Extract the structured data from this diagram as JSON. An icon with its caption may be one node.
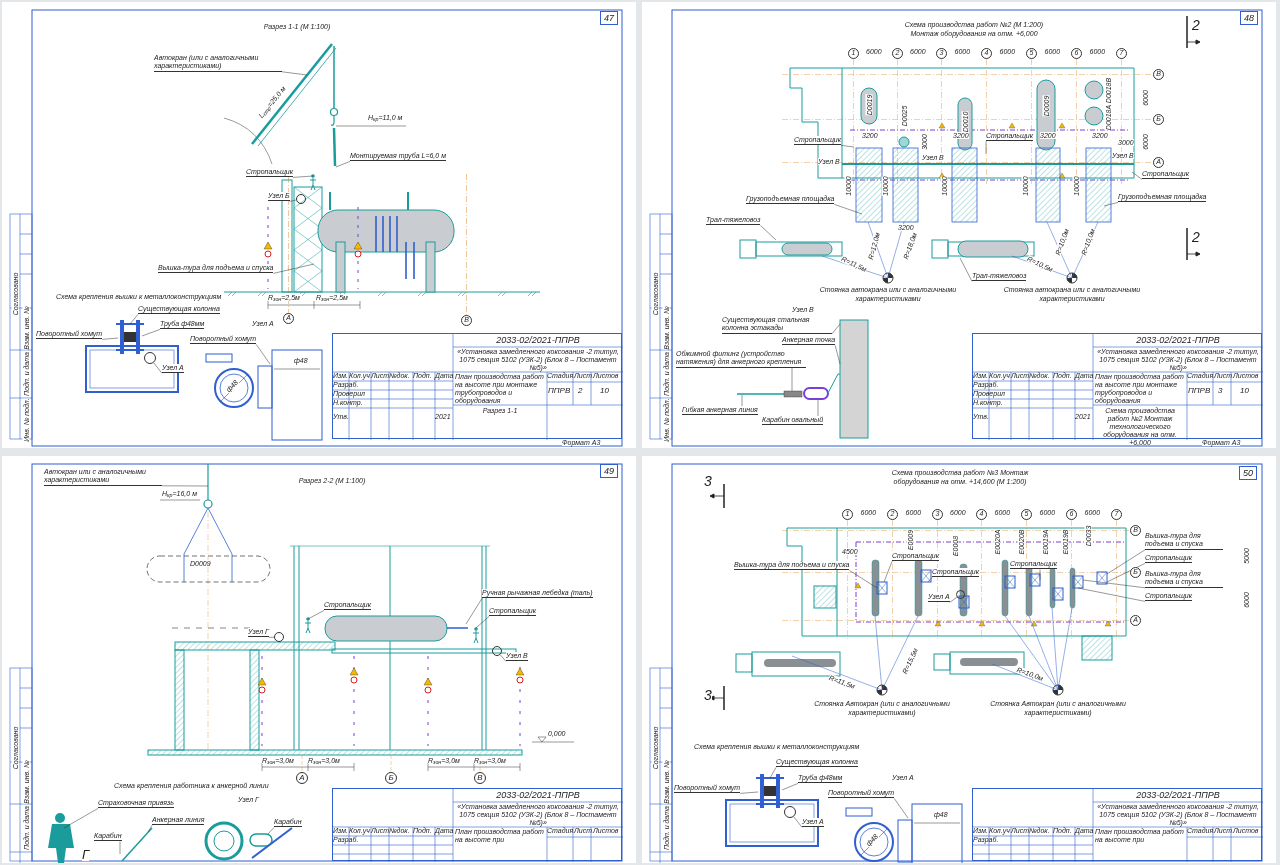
{
  "diagram": {
    "nodes": [
      {
        "text": [
          "Разрез 1-1 (М 1:100)"
        ]
      },
      {
        "text": [
          "47"
        ],
        "in": 0
      },
      {
        "text": [
          "Автокран (или с аналогичными характеристиками)"
        ],
        "in": 0
      },
      {
        "text": [
          "Монтируемая труба L=6,0 м"
        ],
        "in": 0
      },
      {
        "text": [
          "Стропальщик"
        ],
        "in": 0
      },
      {
        "text": [
          "Узел Б"
        ],
        "in": 0
      },
      {
        "text": [
          "Вышка-тура для подъема и спуска"
        ],
        "in": 0
      },
      {
        "text": [
          "Существующая колонна"
        ],
        "in": 0
      },
      {
        "text": [
          "Труба ф48мм"
        ],
        "in": 0
      },
      {
        "text": [
          "Поворотный хомут"
        ],
        "in": 0
      },
      {
        "text": [
          "Поворотный хомут"
        ],
        "in": 0
      },
      {
        "text": [
          "Узел А"
        ],
        "in": 0
      },
      {
        "text": [
          "А"
        ],
        "in": 0
      },
      {
        "text": [
          "В"
        ],
        "in": 0
      },
      {
        "text": [
          "2033-02/2021-ППРВ",
          "«Установка замедленного коксования -2 титул, 1075 секция 5102 (УЗК-2) (Блок 8 – Постамент №5)»",
          "План производства работ на высоте при монтаже трубопроводов и оборудования",
          "Разрез 1-1"
        ],
        "in": 0
      },
      {
        "text": [
          "Схема производства работ №2 (М 1:200) Монтаж оборудования на отм. +6,000"
        ]
      },
      {
        "text": [
          "48"
        ],
        "in": 15
      },
      {
        "text": [
          "1"
        ],
        "in": 15
      },
      {
        "text": [
          "2"
        ],
        "in": 15
      },
      {
        "text": [
          "3"
        ],
        "in": 15
      },
      {
        "text": [
          "4"
        ],
        "in": 15
      },
      {
        "text": [
          "5"
        ],
        "in": 15
      },
      {
        "text": [
          "6"
        ],
        "in": 15
      },
      {
        "text": [
          "7"
        ],
        "in": 15
      },
      {
        "text": [
          "В"
        ],
        "in": 15
      },
      {
        "text": [
          "Б"
        ],
        "in": 15
      },
      {
        "text": [
          "А"
        ],
        "in": 15
      },
      {
        "text": [
          "Стропальщик"
        ],
        "in": 15
      },
      {
        "text": [
          "Стропальщик"
        ],
        "in": 15
      },
      {
        "text": [
          "Стропальщик"
        ],
        "in": 15
      },
      {
        "text": [
          "Грузоподъемная площадка"
        ],
        "in": 15
      },
      {
        "text": [
          "Грузоподъемная площадка"
        ],
        "in": 15
      },
      {
        "text": [
          "Трал-тяжеловоз"
        ],
        "in": 15
      },
      {
        "text": [
          "Трал-тяжеловоз"
        ],
        "in": 15
      },
      {
        "text": [
          "Существующая стальная колонна эстакады"
        ],
        "in": 15
      },
      {
        "text": [
          "Анкерная точка"
        ],
        "in": 15
      },
      {
        "text": [
          "Обжимной фитинг (устройство натяжения) для анкерного крепления"
        ],
        "in": 15
      },
      {
        "text": [
          "Гибкая анкерная линия"
        ],
        "in": 15
      },
      {
        "text": [
          "Карабин овальный"
        ],
        "in": 15
      },
      {
        "text": [
          "2033-02/2021-ППРВ",
          "«Установка замедленного коксования -2 титул, 1075 секция 5102 (УЗК-2) (Блок 8 – Постамент №5)»",
          "План производства работ на высоте при монтаже трубопроводов и оборудования",
          "Схема производства работ №2 Монтаж технологического оборудования на отм. +6,000"
        ],
        "in": 15
      },
      {
        "text": [
          "Разрез 2-2 (М 1:100)"
        ]
      },
      {
        "text": [
          "49"
        ],
        "in": 40
      },
      {
        "text": [
          "Автокран или с аналогичными характеристиками"
        ],
        "in": 40
      },
      {
        "text": [
          "Стропальщик"
        ],
        "in": 40
      },
      {
        "text": [
          "Ручная рычажная лебедка (таль)"
        ],
        "in": 40
      },
      {
        "text": [
          "Стропальщик"
        ],
        "in": 40
      },
      {
        "text": [
          "Узел Г"
        ],
        "in": 40
      },
      {
        "text": [
          "Узел В"
        ],
        "in": 40
      },
      {
        "text": [
          "А"
        ],
        "in": 40
      },
      {
        "text": [
          "Б"
        ],
        "in": 40
      },
      {
        "text": [
          "В"
        ],
        "in": 40
      },
      {
        "text": [
          "Страховочная привязь"
        ],
        "in": 40
      },
      {
        "text": [
          "Анкерная линия"
        ],
        "in": 40
      },
      {
        "text": [
          "Карабин"
        ],
        "in": 40
      },
      {
        "text": [
          "Карабин"
        ],
        "in": 40
      },
      {
        "text": [
          "2033-02/2021-ППРВ",
          "«Установка замедленного коксования -2 титул, 1075 секция 5102 (УЗК-2) (Блок 8 – Постамент №5)»",
          "План производства работ на высоте при"
        ],
        "in": 40
      },
      {
        "text": [
          "Схема производства работ №3 Монтаж оборудования на отм. +14,600 (М 1:200)"
        ]
      },
      {
        "text": [
          "50"
        ],
        "in": 56
      },
      {
        "text": [
          "1"
        ],
        "in": 56
      },
      {
        "text": [
          "2"
        ],
        "in": 56
      },
      {
        "text": [
          "3"
        ],
        "in": 56
      },
      {
        "text": [
          "4"
        ],
        "in": 56
      },
      {
        "text": [
          "5"
        ],
        "in": 56
      },
      {
        "text": [
          "6"
        ],
        "in": 56
      },
      {
        "text": [
          "7"
        ],
        "in": 56
      },
      {
        "text": [
          "В"
        ],
        "in": 56
      },
      {
        "text": [
          "Б"
        ],
        "in": 56
      },
      {
        "text": [
          "А"
        ],
        "in": 56
      },
      {
        "text": [
          "Вышка-тура для подъема и спуска"
        ],
        "in": 56
      },
      {
        "text": [
          "Стропальщик"
        ],
        "in": 56
      },
      {
        "text": [
          "Стропальщик"
        ],
        "in": 56
      },
      {
        "text": [
          "Стропальщик"
        ],
        "in": 56
      },
      {
        "text": [
          "Вышка-тура для подъема и спуска"
        ],
        "in": 56
      },
      {
        "text": [
          "Стропальщик"
        ],
        "in": 56
      },
      {
        "text": [
          "Вышка-тура для подъема и спуска"
        ],
        "in": 56
      },
      {
        "text": [
          "Стропальщик"
        ],
        "in": 56
      },
      {
        "text": [
          "Узел А"
        ],
        "in": 56
      },
      {
        "text": [
          "Существующая колонна"
        ],
        "in": 56
      },
      {
        "text": [
          "Труба ф48мм"
        ],
        "in": 56
      },
      {
        "text": [
          "Поворотный хомут"
        ],
        "in": 56
      },
      {
        "text": [
          "Поворотный хомут"
        ],
        "in": 56
      },
      {
        "text": [
          "Узел А"
        ],
        "in": 56
      },
      {
        "text": [
          "2033-02/2021-ППРВ",
          "«Установка замедленного коксования -2 титул, 1075 секция 5102 (УЗК-2) (Блок 8 – Постамент №5)»",
          "План производства работ на высоте при"
        ],
        "in": 56
      },
      {
        "text": [],
        "shape": "circle",
        "in": 0
      },
      {
        "text": [],
        "shape": "circle",
        "in": 0
      },
      {
        "text": [],
        "shape": "circle",
        "in": 40
      },
      {
        "text": [],
        "shape": "circle",
        "in": 40
      },
      {
        "text": [],
        "shape": "circle",
        "in": 56
      },
      {
        "text": [],
        "shape": "circle",
        "in": 56
      }
    ],
    "edges": [
      {
        "from": 2,
        "to": null,
        "arrow": "none"
      },
      {
        "from": 3,
        "to": null,
        "arrow": "none"
      },
      {
        "from": 4,
        "to": null,
        "arrow": "none"
      },
      {
        "from": 5,
        "to": 83,
        "arrow": "none"
      },
      {
        "from": 6,
        "to": null,
        "arrow": "none"
      },
      {
        "from": 7,
        "to": null,
        "arrow": "none"
      },
      {
        "from": 8,
        "to": null,
        "arrow": "none"
      },
      {
        "from": 9,
        "to": null,
        "arrow": "none"
      },
      {
        "from": 10,
        "to": null,
        "arrow": "none"
      },
      {
        "from": 11,
        "to": 84,
        "arrow": "none"
      },
      {
        "from": 27,
        "to": null,
        "arrow": "none"
      },
      {
        "from": 28,
        "to": null,
        "arrow": "none"
      },
      {
        "from": 29,
        "to": null,
        "arrow": "none"
      },
      {
        "from": 30,
        "to": null,
        "arrow": "none"
      },
      {
        "from": 31,
        "to": null,
        "arrow": "none"
      },
      {
        "from": 32,
        "to": null,
        "arrow": "none"
      },
      {
        "from": 33,
        "to": null,
        "arrow": "none"
      },
      {
        "from": 34,
        "to": null,
        "arrow": "none"
      },
      {
        "from": 35,
        "to": null,
        "arrow": "none"
      },
      {
        "from": 36,
        "to": null,
        "arrow": "none"
      },
      {
        "from": 37,
        "to": null,
        "arrow": "none"
      },
      {
        "from": 38,
        "to": null,
        "arrow": "none"
      },
      {
        "from": 42,
        "to": null,
        "arrow": "none"
      },
      {
        "from": 43,
        "to": null,
        "arrow": "none"
      },
      {
        "from": 44,
        "to": null,
        "arrow": "none"
      },
      {
        "from": 45,
        "to": null,
        "arrow": "none"
      },
      {
        "from": 46,
        "to": 85,
        "arrow": "none"
      },
      {
        "from": 47,
        "to": 86,
        "arrow": "none"
      },
      {
        "from": 51,
        "to": null,
        "arrow": "none"
      },
      {
        "from": 52,
        "to": null,
        "arrow": "none"
      },
      {
        "from": 53,
        "to": null,
        "arrow": "none"
      },
      {
        "from": 54,
        "to": null,
        "arrow": "none"
      },
      {
        "from": 68,
        "to": null,
        "arrow": "none"
      },
      {
        "from": 69,
        "to": null,
        "arrow": "none"
      },
      {
        "from": 70,
        "to": null,
        "arrow": "none"
      },
      {
        "from": 71,
        "to": null,
        "arrow": "none"
      },
      {
        "from": 72,
        "to": null,
        "arrow": "none"
      },
      {
        "from": 73,
        "to": null,
        "arrow": "none"
      },
      {
        "from": 74,
        "to": null,
        "arrow": "none"
      },
      {
        "from": 75,
        "to": null,
        "arrow": "none"
      },
      {
        "from": 76,
        "to": 87,
        "arrow": "none"
      },
      {
        "from": 77,
        "to": null,
        "arrow": "none"
      },
      {
        "from": 78,
        "to": null,
        "arrow": "none"
      },
      {
        "from": 79,
        "to": null,
        "arrow": "none"
      },
      {
        "from": 80,
        "to": null,
        "arrow": "none"
      },
      {
        "from": 81,
        "to": 88,
        "arrow": "none"
      }
    ],
    "labels": [
      "L$_{стр}$=25,0 м",
      "H$_{кр}$=11,0 м",
      "Схема крепления вышки к металлоконструкциям",
      "R$_{зон}$=2,5м",
      "R$_{зон}$=2,5м",
      "Узел А",
      "ф48",
      "ф48",
      "Изм.",
      "Кол.уч",
      "Лист",
      "№док.",
      "Подп.",
      "Дата",
      "Разраб.",
      "Проверил",
      "Н.контр.",
      "Утв.",
      "2021",
      "Стадия",
      "Лист",
      "Листов",
      "ППРВ",
      "2",
      "10",
      "Согласовано",
      "Взам. инв. №",
      "Подп. и дата",
      "Инв. № подл.",
      "Формат А3",
      "6000",
      "6000",
      "6000",
      "6000",
      "6000",
      "6000",
      "D0019",
      "D0025",
      "D0010",
      "D0009",
      "D0018A D0018B",
      "3200",
      "3200",
      "3200",
      "3200",
      "3000",
      "3000",
      "6000",
      "6000",
      "10000",
      "10000",
      "10000",
      "10000",
      "10000",
      "3200",
      "R=11,5м",
      "R=12,0м",
      "R=18,0м",
      "R=10,5м",
      "R=10,0м",
      "R=10,0м",
      "Узел В",
      "Узел В",
      "Узел В",
      "2",
      "2",
      "Стоянка автокрана или с аналогичными характеристиками",
      "Стоянка автокрана или с аналогичными характеристиками",
      "Узел В",
      "Изм.",
      "Кол.уч",
      "Лист",
      "№док.",
      "Подп.",
      "Дата",
      "Разраб.",
      "Проверил",
      "Н.контр.",
      "Утв.",
      "2021",
      "Стадия",
      "Лист",
      "Листов",
      "ППРВ",
      "3",
      "10",
      "Согласовано",
      "Взам. инв. №",
      "Подп. и дата",
      "Инв. № подл.",
      "Формат А3",
      "H$_{кр}$=16,0 м",
      "D0009",
      "0,000",
      "R$_{зон}$=3,0м",
      "R$_{зон}$=3,0м",
      "R$_{зон}$=3,0м",
      "R$_{зон}$=3,0м",
      "Схема крепления работника к анкерной линии",
      "Узел Г",
      "Г",
      "Согласовано",
      "Взам. инв. №",
      "Подп. и дата",
      "Изм.",
      "Кол.уч",
      "Лист",
      "№док.",
      "Подп.",
      "Дата",
      "Разраб.",
      "Стадия",
      "Лист",
      "Листов",
      "6000",
      "6000",
      "6000",
      "6000",
      "6000",
      "6000",
      "E0009",
      "E0008",
      "E0020A",
      "E0020B",
      "E0019A",
      "E0019B",
      "D0033",
      "4500",
      "5000",
      "6000",
      "R=11,5м",
      "R=10,0м",
      "R=15,5м",
      "3",
      "3",
      "Стоянка Автокран (или с аналогичными характеристиками)",
      "Стоянка Автокран (или с аналогичными характеристиками)",
      "Схема крепления вышки к металлоконструкциям",
      "Узел А",
      "ф48",
      "ф48",
      "Согласовано",
      "Взам. инв. №",
      "Подп. и дата",
      "Изм.",
      "Кол.уч",
      "Лист",
      "№док.",
      "Подп.",
      "Дата",
      "Разраб.",
      "Стадия",
      "Лист",
      "Листов"
    ]
  }
}
